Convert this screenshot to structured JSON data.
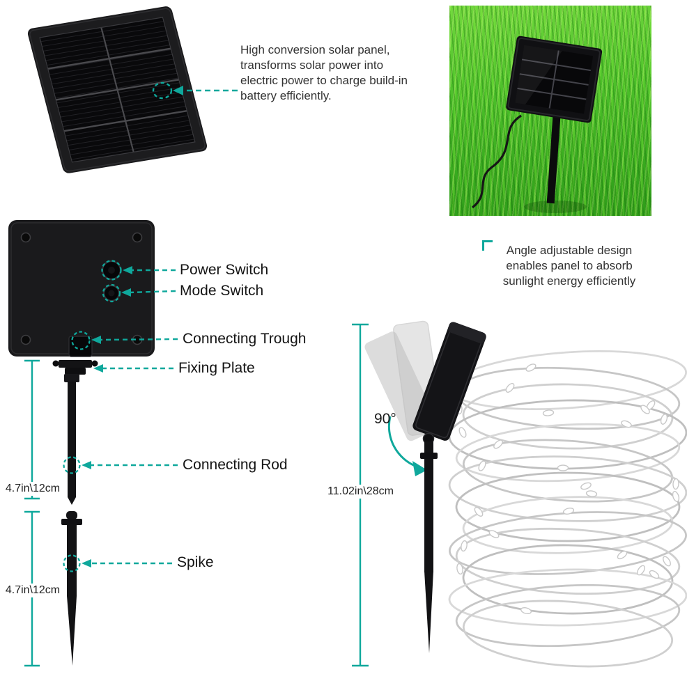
{
  "colors": {
    "accent": "#0FA89C",
    "text": "#222222",
    "panel_black": "#141416",
    "grass_green": "#4CC02A"
  },
  "callouts": {
    "solar_panel_note": "High conversion solar panel, transforms solar power into electric power to charge build-in battery efficiently.",
    "angle_note": "Angle adjustable design enables panel to absorb sunlight energy efficiently",
    "power_switch": "Power Switch",
    "mode_switch": "Mode Switch",
    "connecting_trough": "Connecting Trough",
    "fixing_plate": "Fixing Plate",
    "connecting_rod": "Connecting Rod",
    "spike": "Spike"
  },
  "dimensions": {
    "rod_length": "4.7in\\12cm",
    "spike_length": "4.7in\\12cm",
    "overall_height": "11.02in\\28cm",
    "rotation": "90°"
  }
}
